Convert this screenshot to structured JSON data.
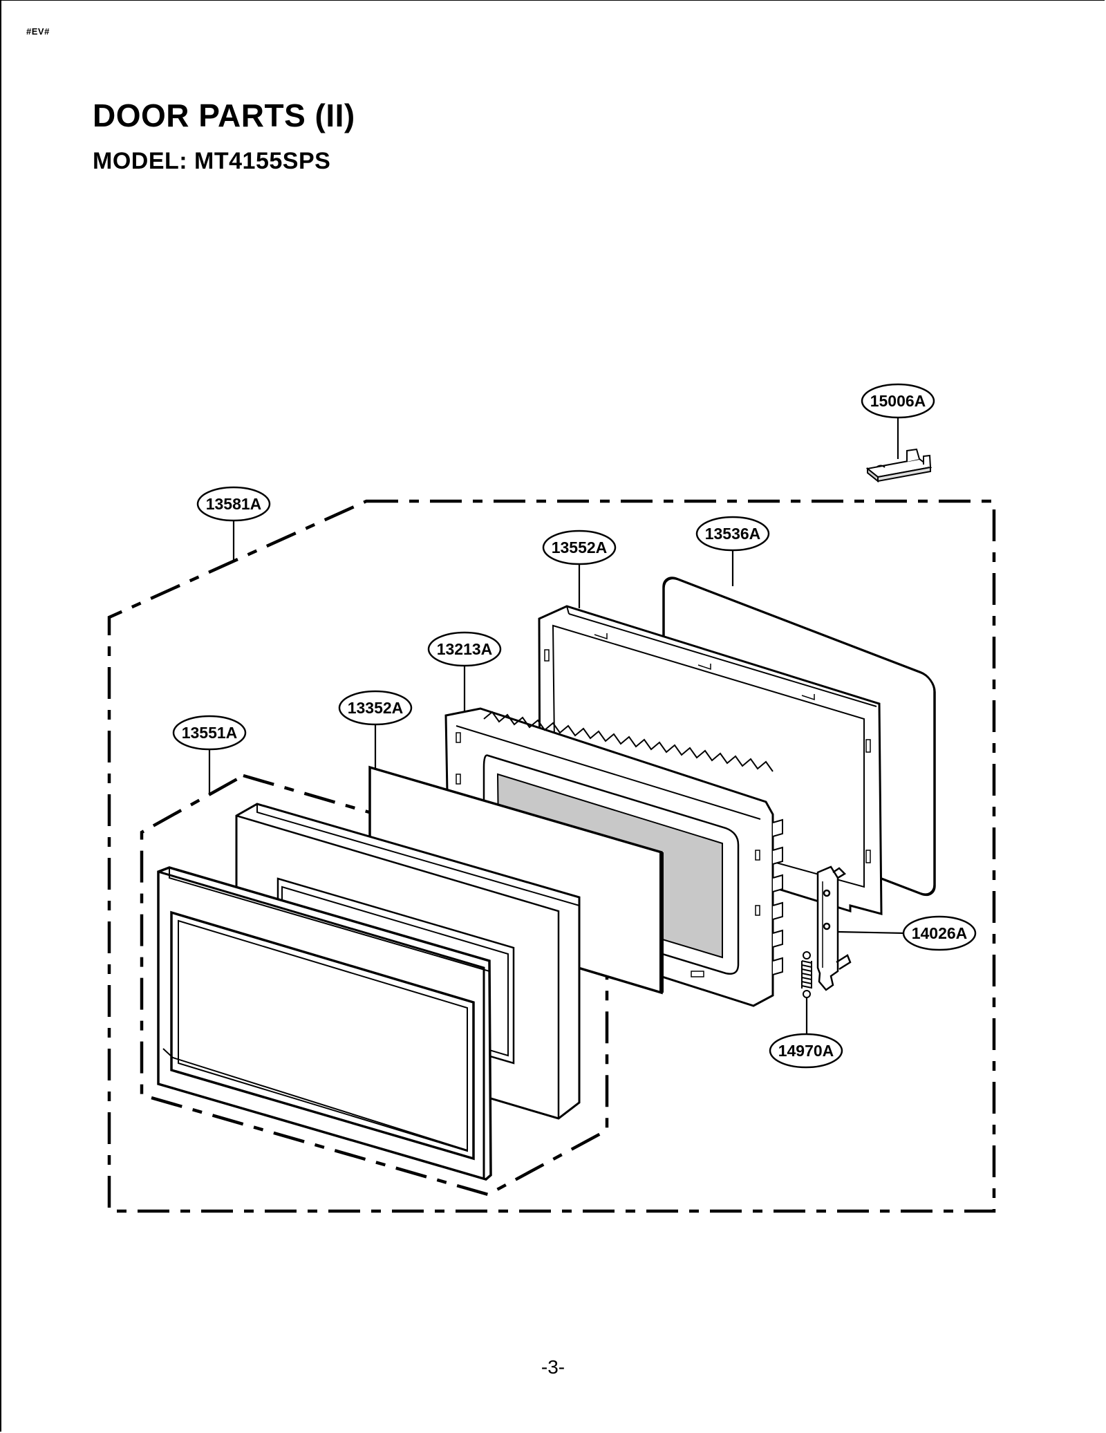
{
  "header": {
    "code": "#EV#",
    "title": "DOOR PARTS (II)",
    "model": "MODEL: MT4155SPS"
  },
  "callouts": [
    {
      "id": "15006A",
      "label": "15006A"
    },
    {
      "id": "13581A",
      "label": "13581A"
    },
    {
      "id": "13536A",
      "label": "13536A"
    },
    {
      "id": "13552A",
      "label": "13552A"
    },
    {
      "id": "13213A",
      "label": "13213A"
    },
    {
      "id": "13352A",
      "label": "13352A"
    },
    {
      "id": "13551A",
      "label": "13551A"
    },
    {
      "id": "14026A",
      "label": "14026A"
    },
    {
      "id": "14970A",
      "label": "14970A"
    }
  ],
  "footer": {
    "page": "-3-"
  }
}
